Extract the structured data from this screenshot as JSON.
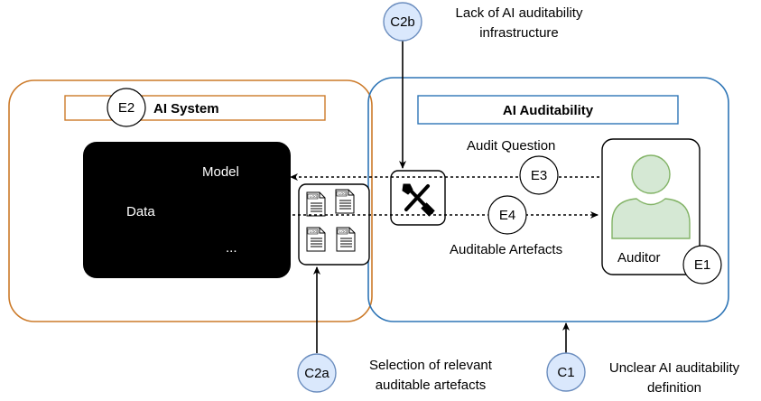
{
  "colors": {
    "ai_system_border": "#cc7a29",
    "auditability_border": "#2e75b6",
    "challenge_fill": "#dae8fc",
    "challenge_stroke": "#6c8ebf",
    "auditor_fill": "#d5e8d4",
    "auditor_stroke": "#82b366"
  },
  "ai_system": {
    "title": "AI System",
    "badge": "E2",
    "box": {
      "items": [
        "Model",
        "Data",
        "..."
      ]
    }
  },
  "auditability": {
    "title": "AI Auditability"
  },
  "tool_icon": "wrench-screwdriver-icon",
  "log_icon": "log-file-icon",
  "log_label": "LOG",
  "auditor": {
    "label": "Auditor",
    "badge": "E1",
    "icon": "person-icon"
  },
  "flows": {
    "question": {
      "label": "Audit Question",
      "badge": "E3"
    },
    "artefacts": {
      "label": "Auditable Artefacts",
      "badge": "E4"
    }
  },
  "challenges": {
    "c2b": {
      "id": "C2b",
      "line1": "Lack of AI auditability",
      "line2": "infrastructure"
    },
    "c2a": {
      "id": "C2a",
      "line1": "Selection of relevant",
      "line2": "auditable artefacts"
    },
    "c1": {
      "id": "C1",
      "line1": "Unclear AI auditability",
      "line2": "definition"
    }
  }
}
